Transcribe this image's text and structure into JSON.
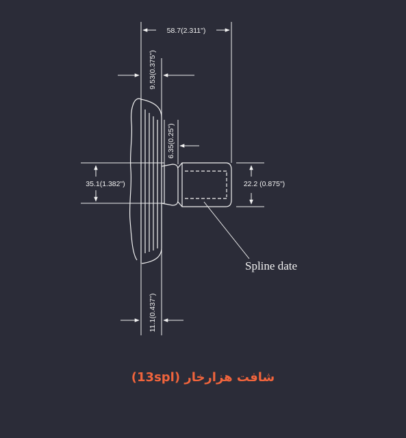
{
  "colors": {
    "background": "#2b2c38",
    "lines": "#f2f2f2",
    "caption": "#f0643c"
  },
  "dimensions": {
    "overall_length": "58.7(2.311\")",
    "flange_width": "9.53(0.375\")",
    "neck_width": "6.35(0.25\")",
    "collar_diameter": "35.1(1.382\")",
    "spline_diameter": "22.2 (0.875\")",
    "rim_width": "11.1(0.437\")"
  },
  "callout": {
    "spline_label": "Spline date"
  },
  "caption": {
    "text": "شافت هزارخار (13spl)"
  }
}
